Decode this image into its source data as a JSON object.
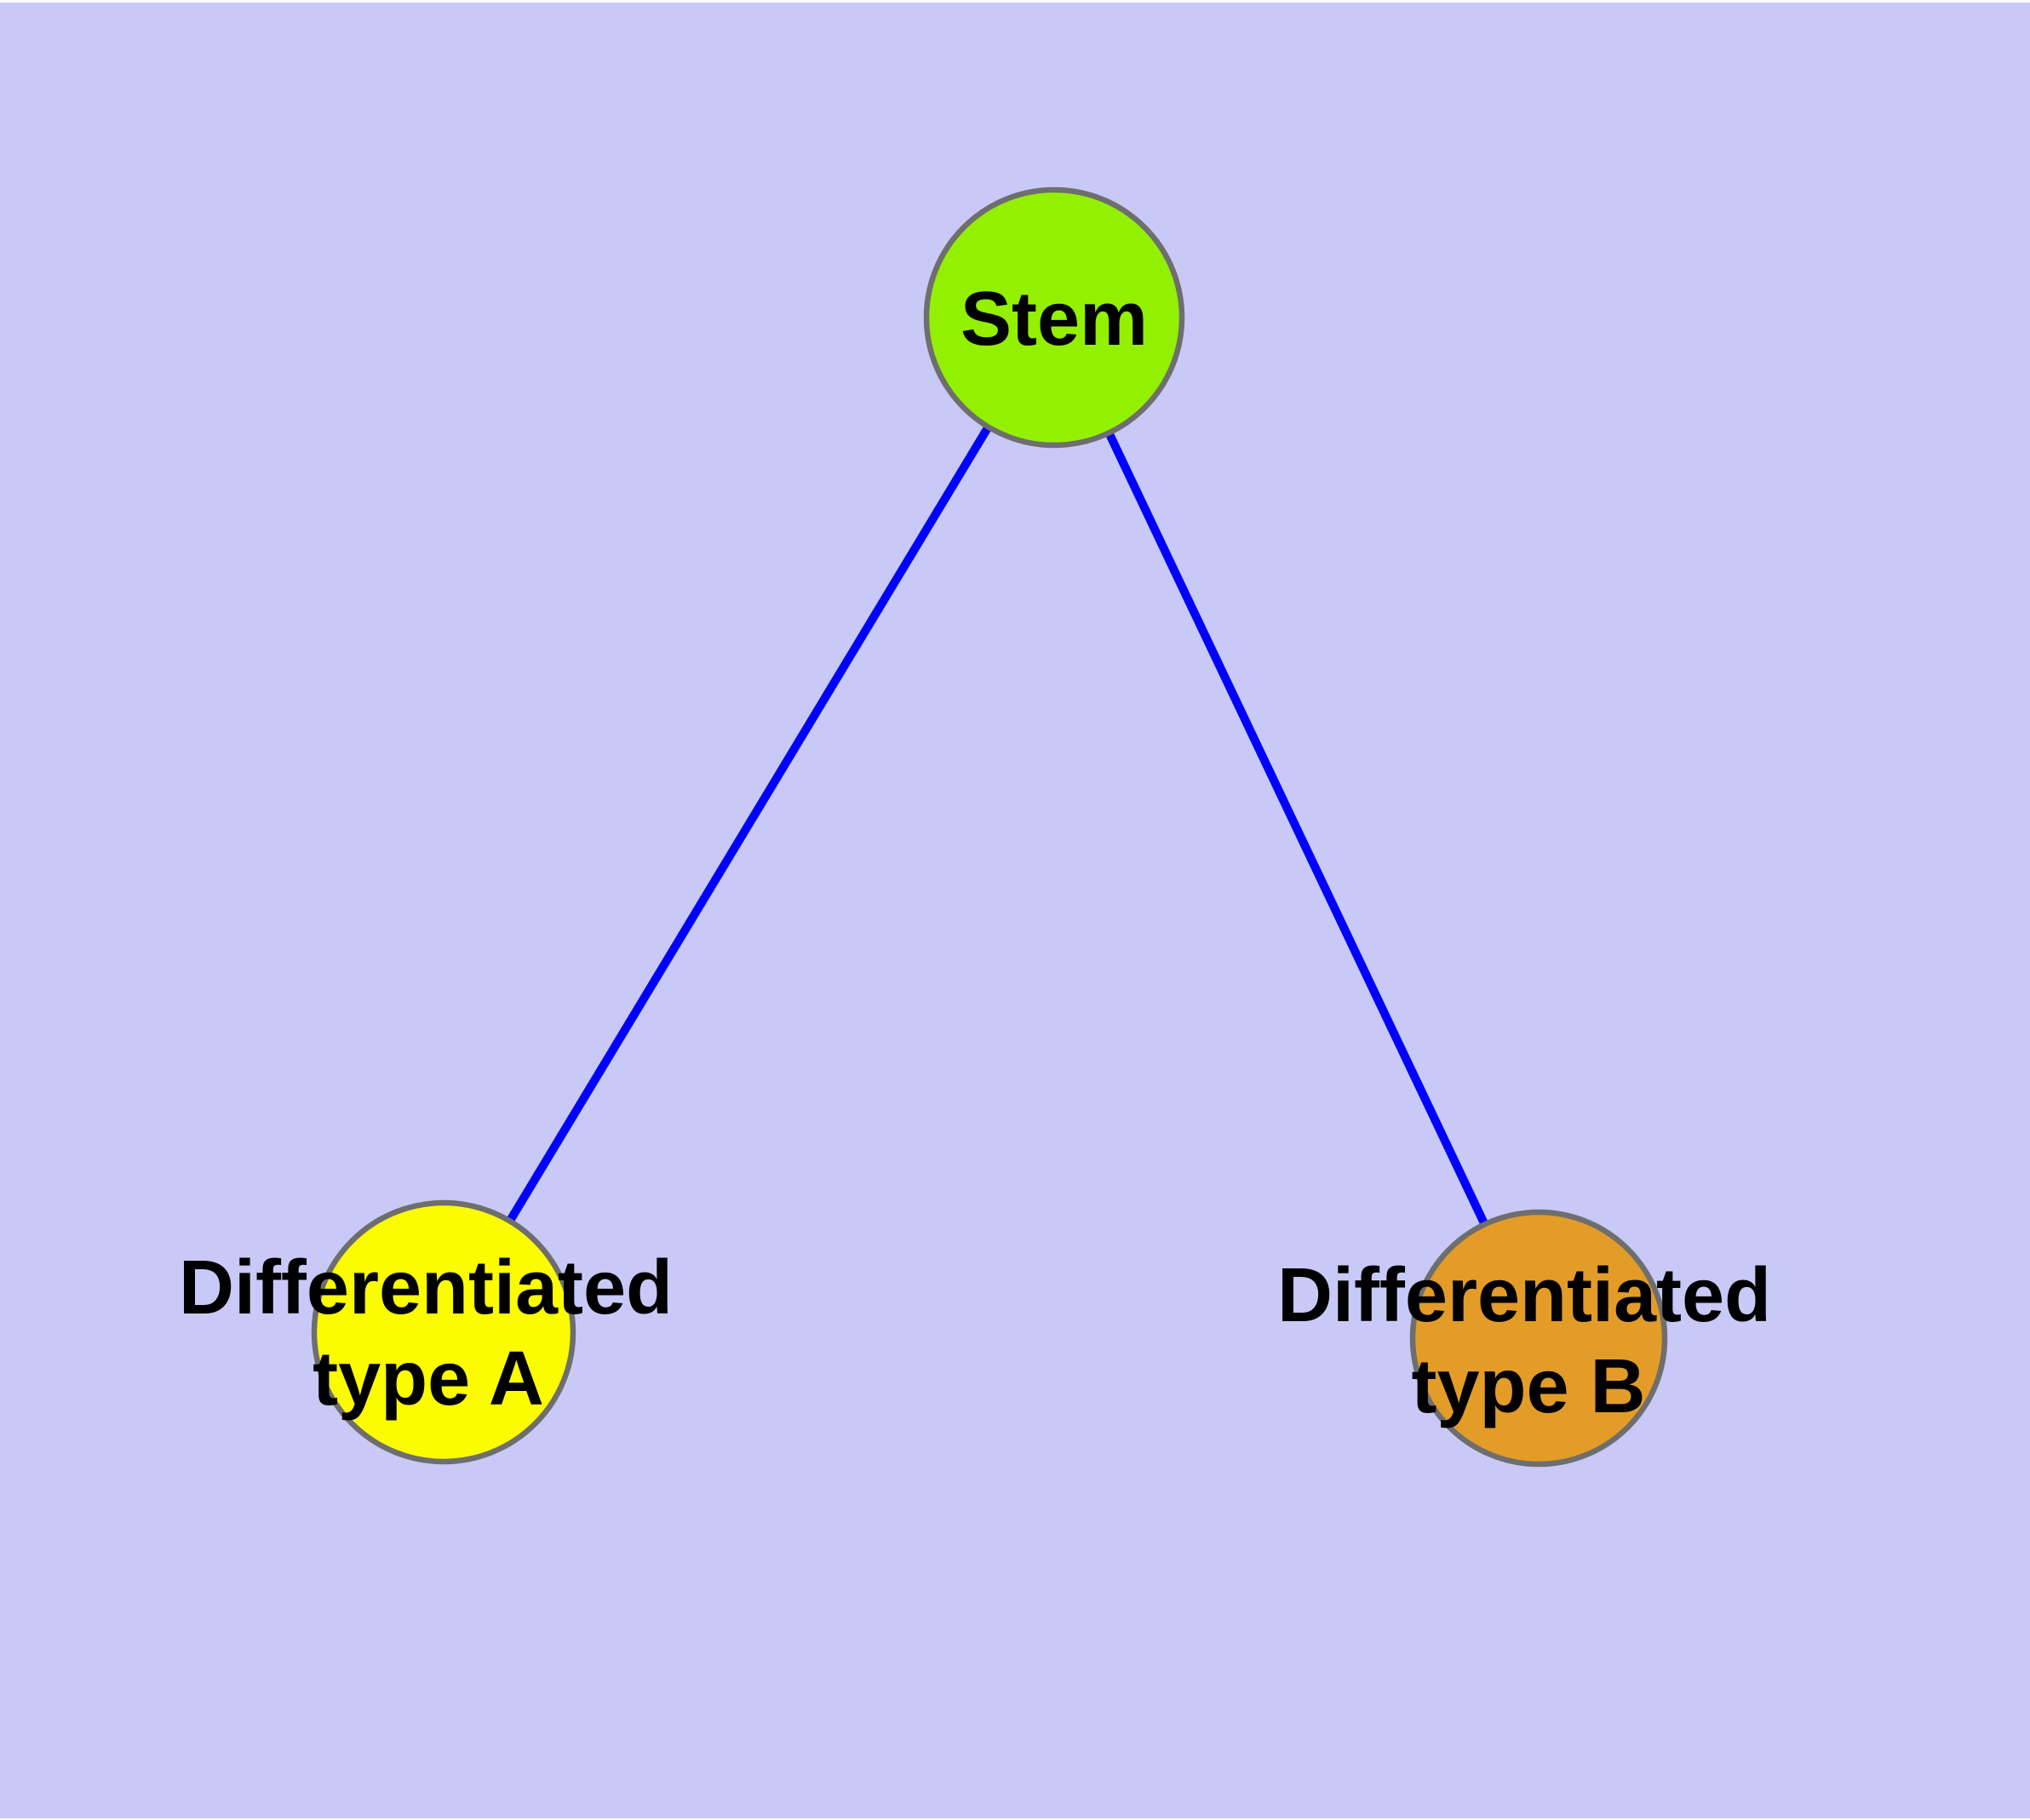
{
  "diagram": {
    "type": "node-link-graph",
    "description": "Stem cell differentiation tree: one stem node with edges to two differentiated cell-type nodes"
  },
  "style": {
    "background_color": "#C9C9F8",
    "margin_color": "#FFFFFF",
    "node_border_color": "#6E6E6E",
    "label_color": "#000000"
  },
  "edges": {
    "color": "#0000FF",
    "items": [
      {
        "from": "Stem",
        "to": "Differentiated type A"
      },
      {
        "from": "Stem",
        "to": "Differentiated type B"
      }
    ]
  },
  "nodes": {
    "stem": {
      "label": "Stem",
      "color": "#92F000"
    },
    "type_a": {
      "label_line1": "Differentiated",
      "label_line2": "type A",
      "color": "#FCFC00"
    },
    "type_b": {
      "label_line1": "Differentiated",
      "label_line2": "type B",
      "color": "#E39C28"
    }
  }
}
